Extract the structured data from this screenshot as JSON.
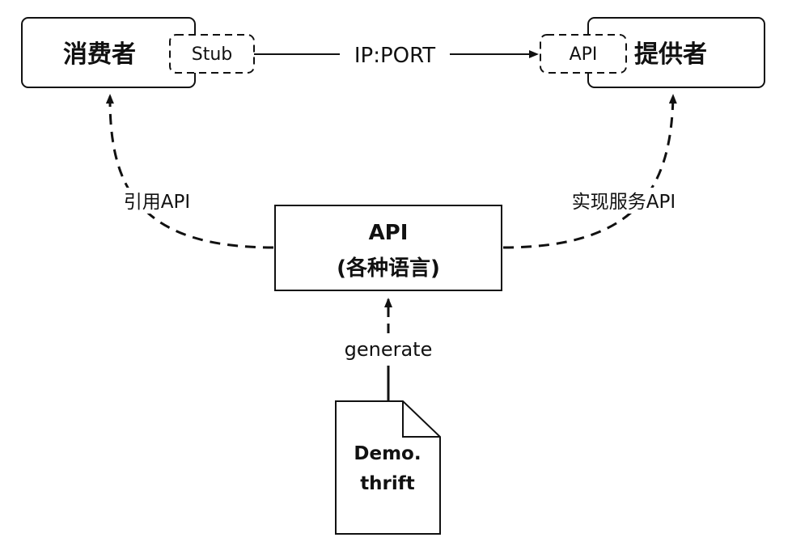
{
  "consumer": {
    "label": "消费者",
    "stub": "Stub"
  },
  "provider": {
    "label": "提供者",
    "api": "API"
  },
  "link": {
    "label": "IP:PORT"
  },
  "api_box": {
    "line1": "API",
    "line2": "(各种语言)"
  },
  "edges": {
    "reference": "引用API",
    "implement": "实现服务API",
    "generate": "generate"
  },
  "file": {
    "line1": "Demo.",
    "line2": "thrift"
  }
}
